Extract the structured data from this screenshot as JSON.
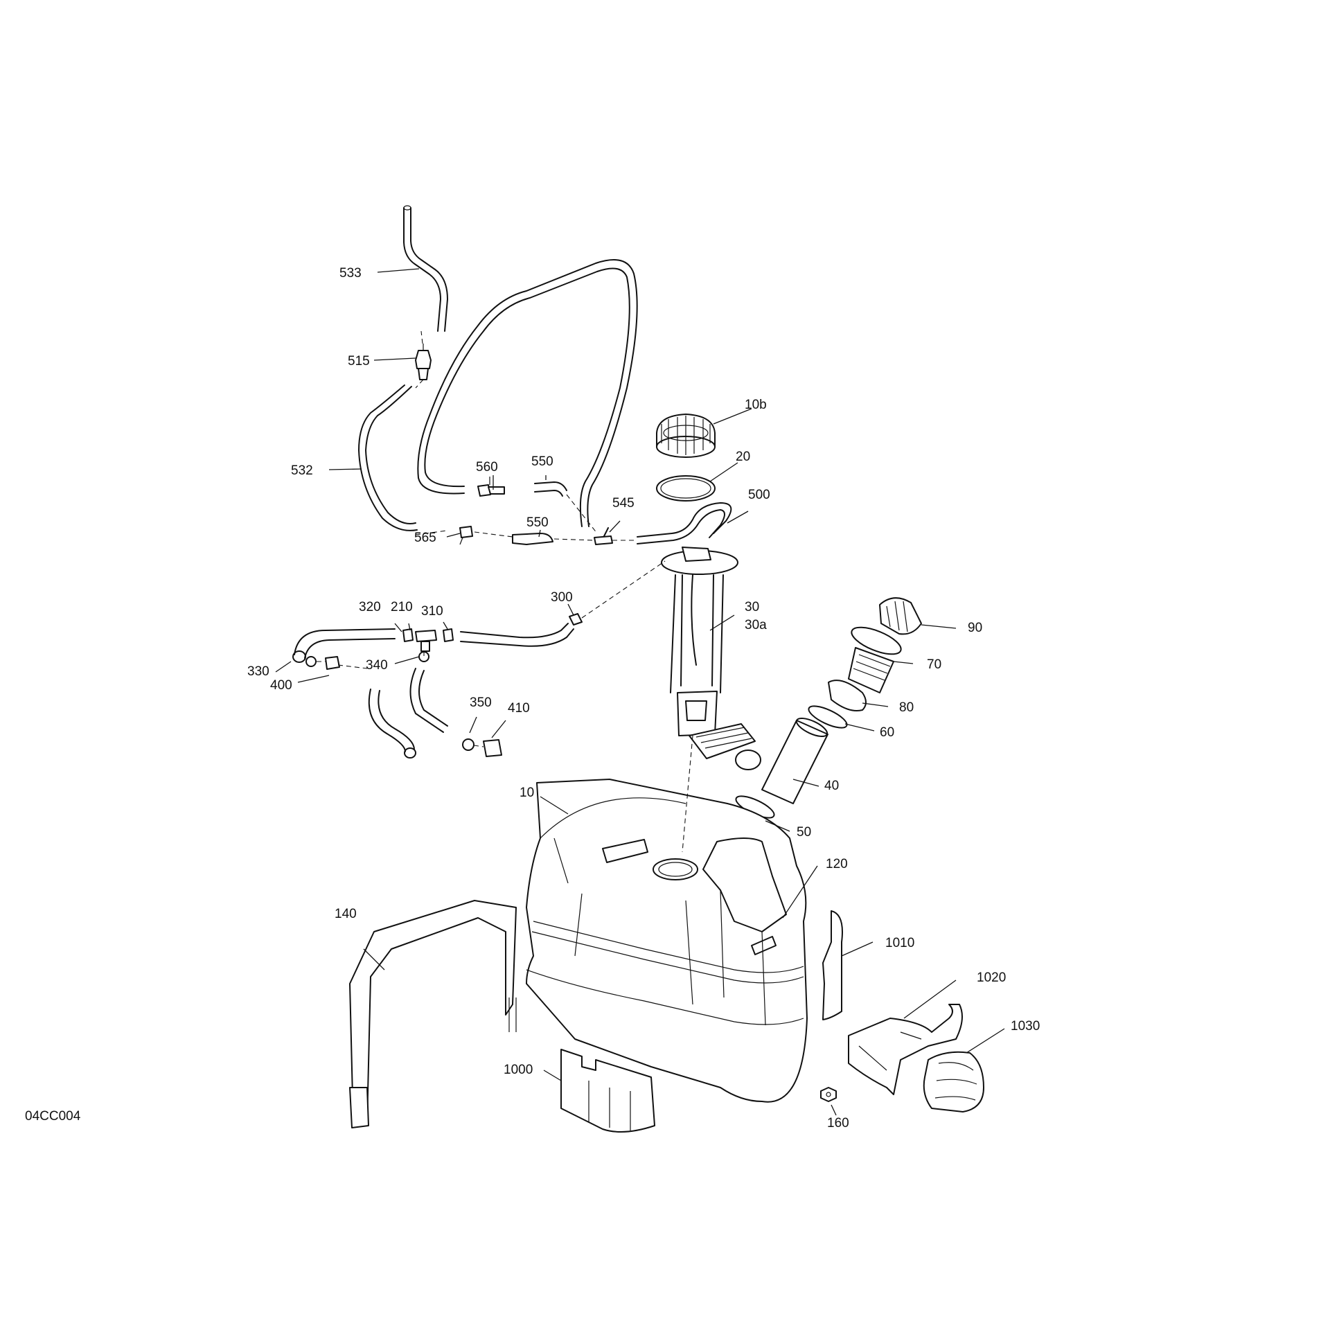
{
  "diagram": {
    "reference_code": "04CC004",
    "callouts": [
      {
        "id": "533",
        "label": "533"
      },
      {
        "id": "515",
        "label": "515"
      },
      {
        "id": "532",
        "label": "532"
      },
      {
        "id": "560",
        "label": "560"
      },
      {
        "id": "550a",
        "label": "550"
      },
      {
        "id": "550b",
        "label": "550"
      },
      {
        "id": "545",
        "label": "545"
      },
      {
        "id": "565",
        "label": "565"
      },
      {
        "id": "10b",
        "label": "10b"
      },
      {
        "id": "20",
        "label": "20"
      },
      {
        "id": "500",
        "label": "500"
      },
      {
        "id": "300",
        "label": "300"
      },
      {
        "id": "320",
        "label": "320"
      },
      {
        "id": "210",
        "label": "210"
      },
      {
        "id": "310",
        "label": "310"
      },
      {
        "id": "330",
        "label": "330"
      },
      {
        "id": "400",
        "label": "400"
      },
      {
        "id": "340",
        "label": "340"
      },
      {
        "id": "350",
        "label": "350"
      },
      {
        "id": "410",
        "label": "410"
      },
      {
        "id": "30",
        "label": "30"
      },
      {
        "id": "30a",
        "label": "30a"
      },
      {
        "id": "90",
        "label": "90"
      },
      {
        "id": "70",
        "label": "70"
      },
      {
        "id": "80",
        "label": "80"
      },
      {
        "id": "60",
        "label": "60"
      },
      {
        "id": "40",
        "label": "40"
      },
      {
        "id": "50",
        "label": "50"
      },
      {
        "id": "10",
        "label": "10"
      },
      {
        "id": "120",
        "label": "120"
      },
      {
        "id": "140",
        "label": "140"
      },
      {
        "id": "1010",
        "label": "1010"
      },
      {
        "id": "1020",
        "label": "1020"
      },
      {
        "id": "1030",
        "label": "1030"
      },
      {
        "id": "1000",
        "label": "1000"
      },
      {
        "id": "160",
        "label": "160"
      }
    ]
  }
}
